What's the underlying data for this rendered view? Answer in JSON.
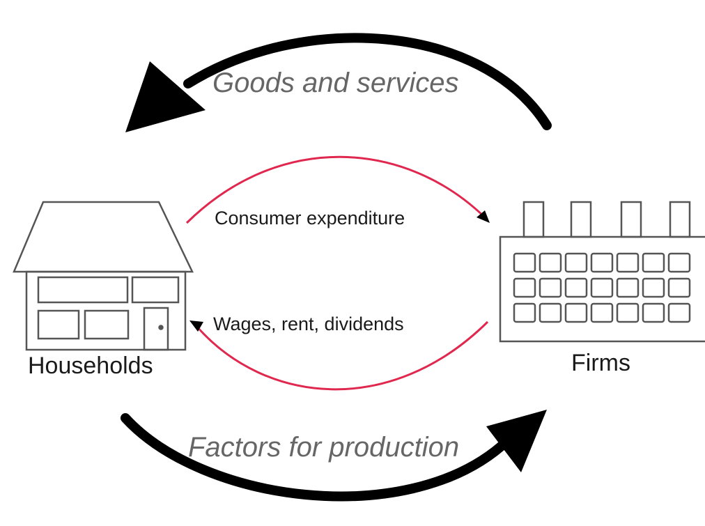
{
  "diagram": {
    "nodes": {
      "households": {
        "label": "Households"
      },
      "firms": {
        "label": "Firms"
      }
    },
    "flows": {
      "goods_and_services": "Goods and services",
      "consumer_expenditure": "Consumer expenditure",
      "wages_rent_dividends": "Wages, rent, dividends",
      "factors_for_production": "Factors for production"
    },
    "colors": {
      "outer_arrow": "#000000",
      "inner_arrow": "#e0284f",
      "outline": "#555555",
      "italic_text": "#666666"
    }
  }
}
